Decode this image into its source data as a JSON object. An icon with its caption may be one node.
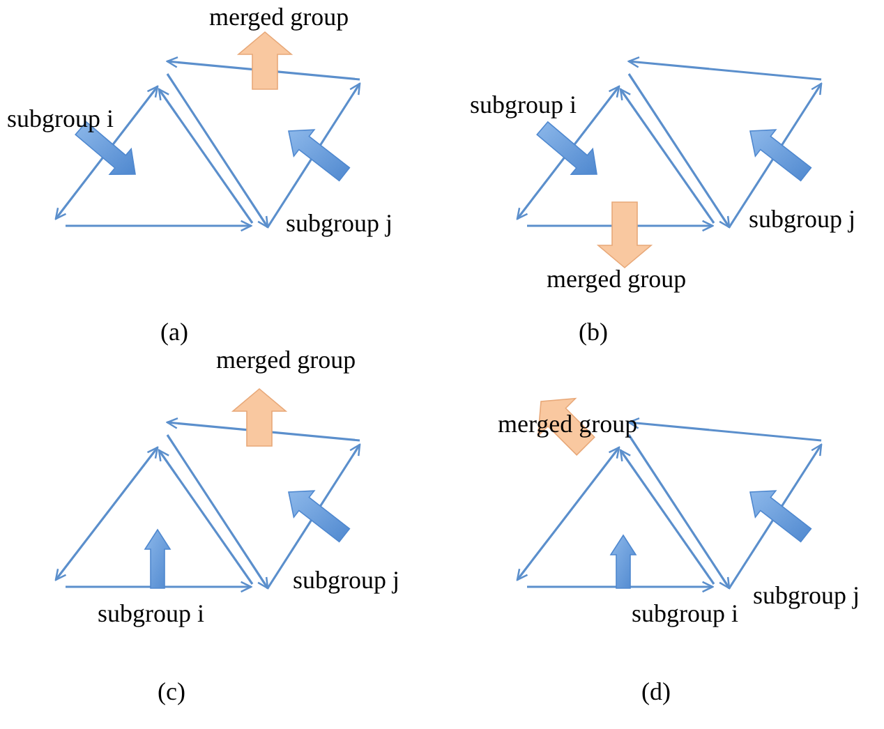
{
  "diagram": {
    "labels": [
      "merged group",
      "subgroup i",
      "subgroup j",
      "(a)",
      "subgroup i",
      "subgroup j",
      "merged group",
      "(b)",
      "merged group",
      "subgroup j",
      "subgroup i",
      "(c)",
      "merged group",
      "subgroup j",
      "subgroup i",
      "(d)"
    ]
  }
}
